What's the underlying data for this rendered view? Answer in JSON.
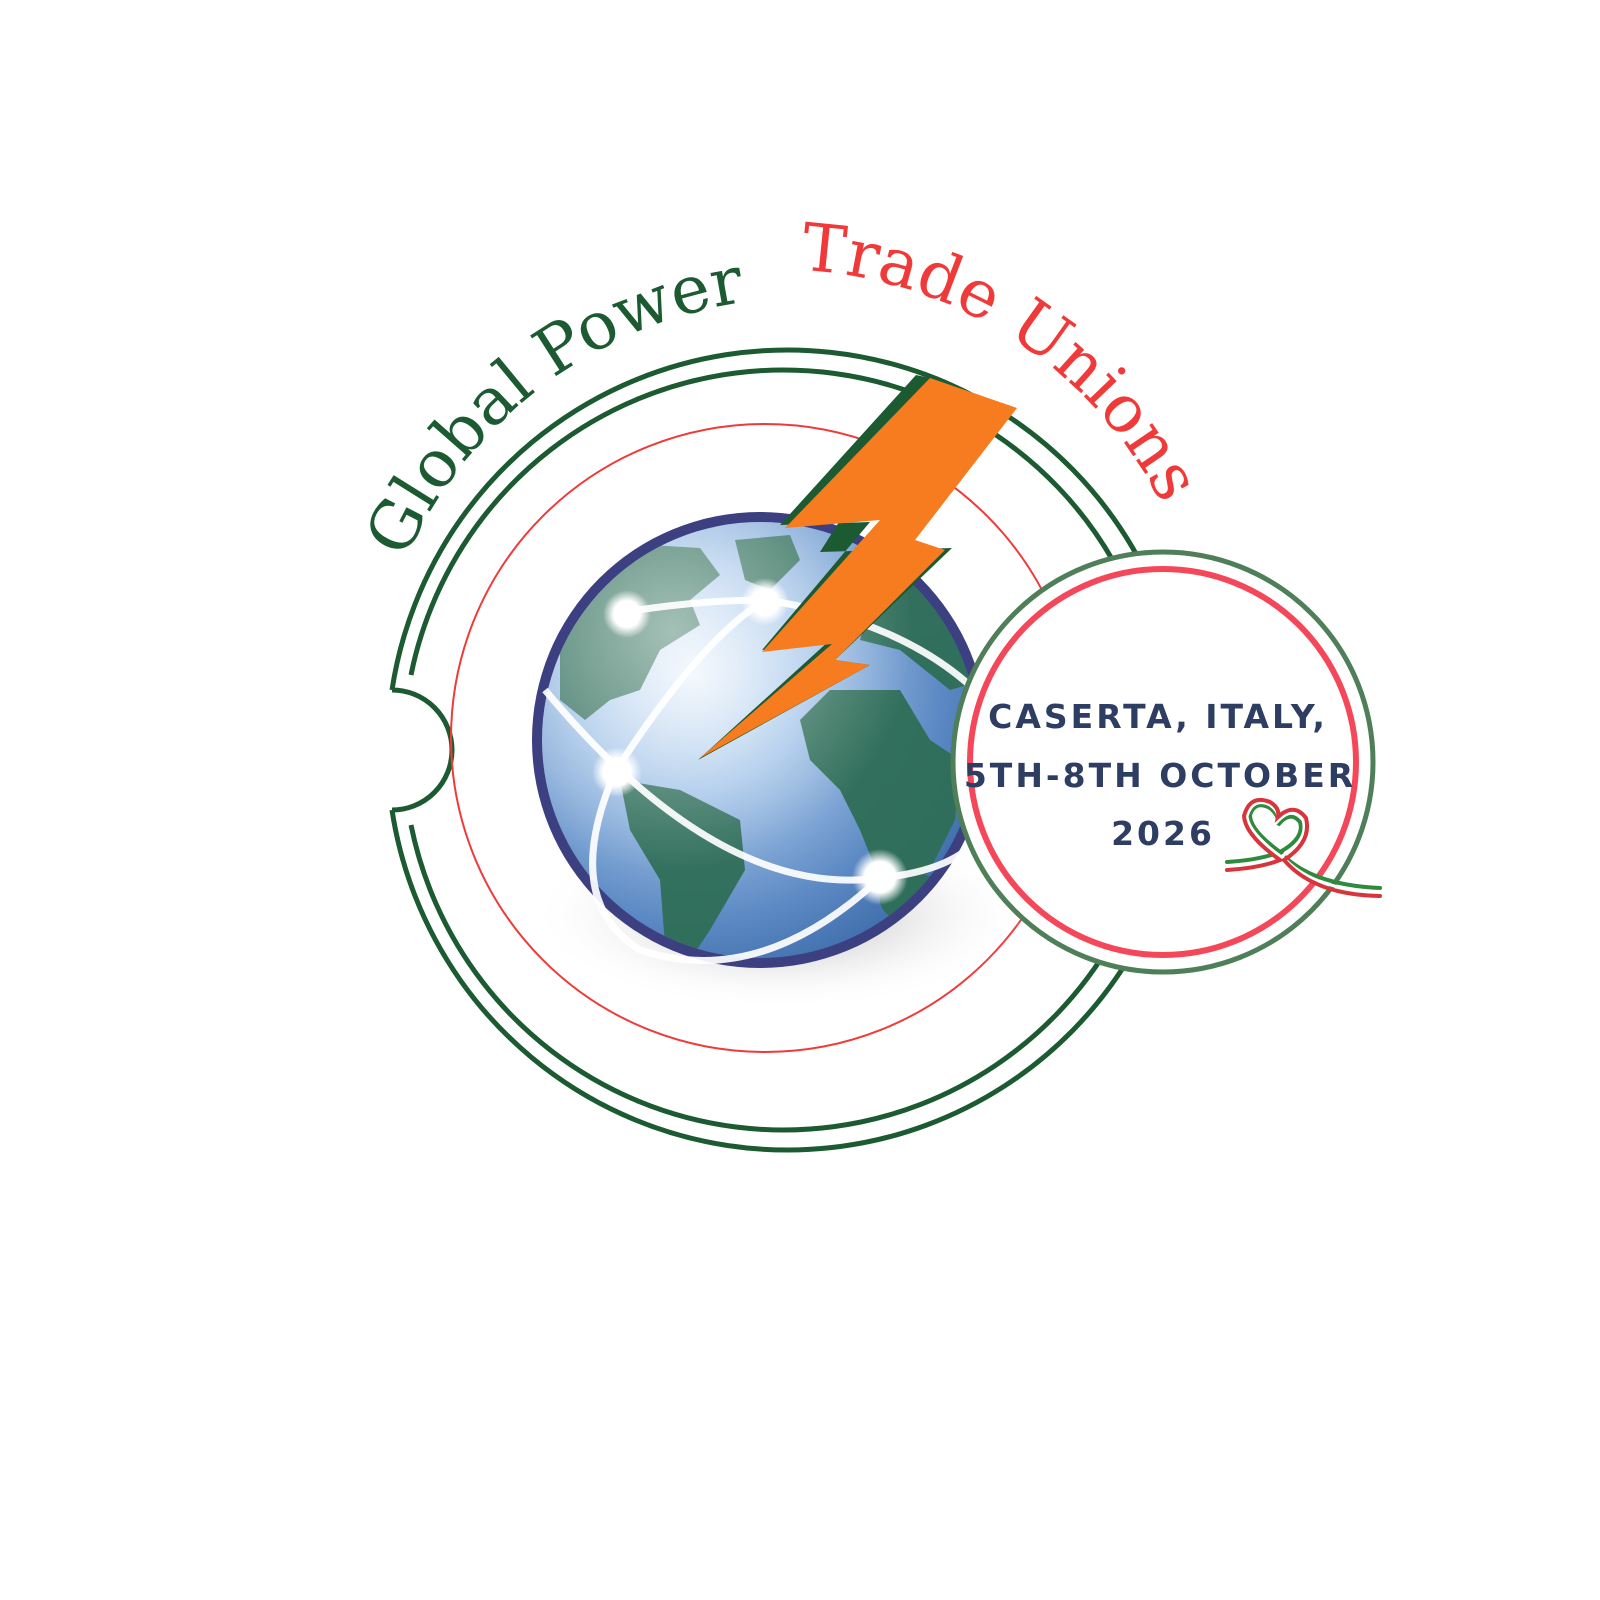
{
  "logo": {
    "title_left": "Global Power",
    "title_right": "Trade Unions",
    "date_circle": {
      "line1": "CASERTA, ITALY,",
      "line2": "5TH-8TH OCTOBER",
      "line3": "2026"
    },
    "icons": {
      "globe": "globe-network-icon",
      "bolt": "lightning-bolt-icon",
      "heart": "italian-flag-heart-ribbon-icon"
    },
    "colors": {
      "green": "#1c5a32",
      "red": "#f03a3a",
      "orange": "#f77b1f",
      "navy_text": "#2e3e63",
      "date_circle_green": "#4f7f59",
      "date_circle_red": "#f4485a",
      "globe_rim": "#3c3f80",
      "ocean": "#5d8ac4",
      "land": "#2f6e57"
    }
  }
}
